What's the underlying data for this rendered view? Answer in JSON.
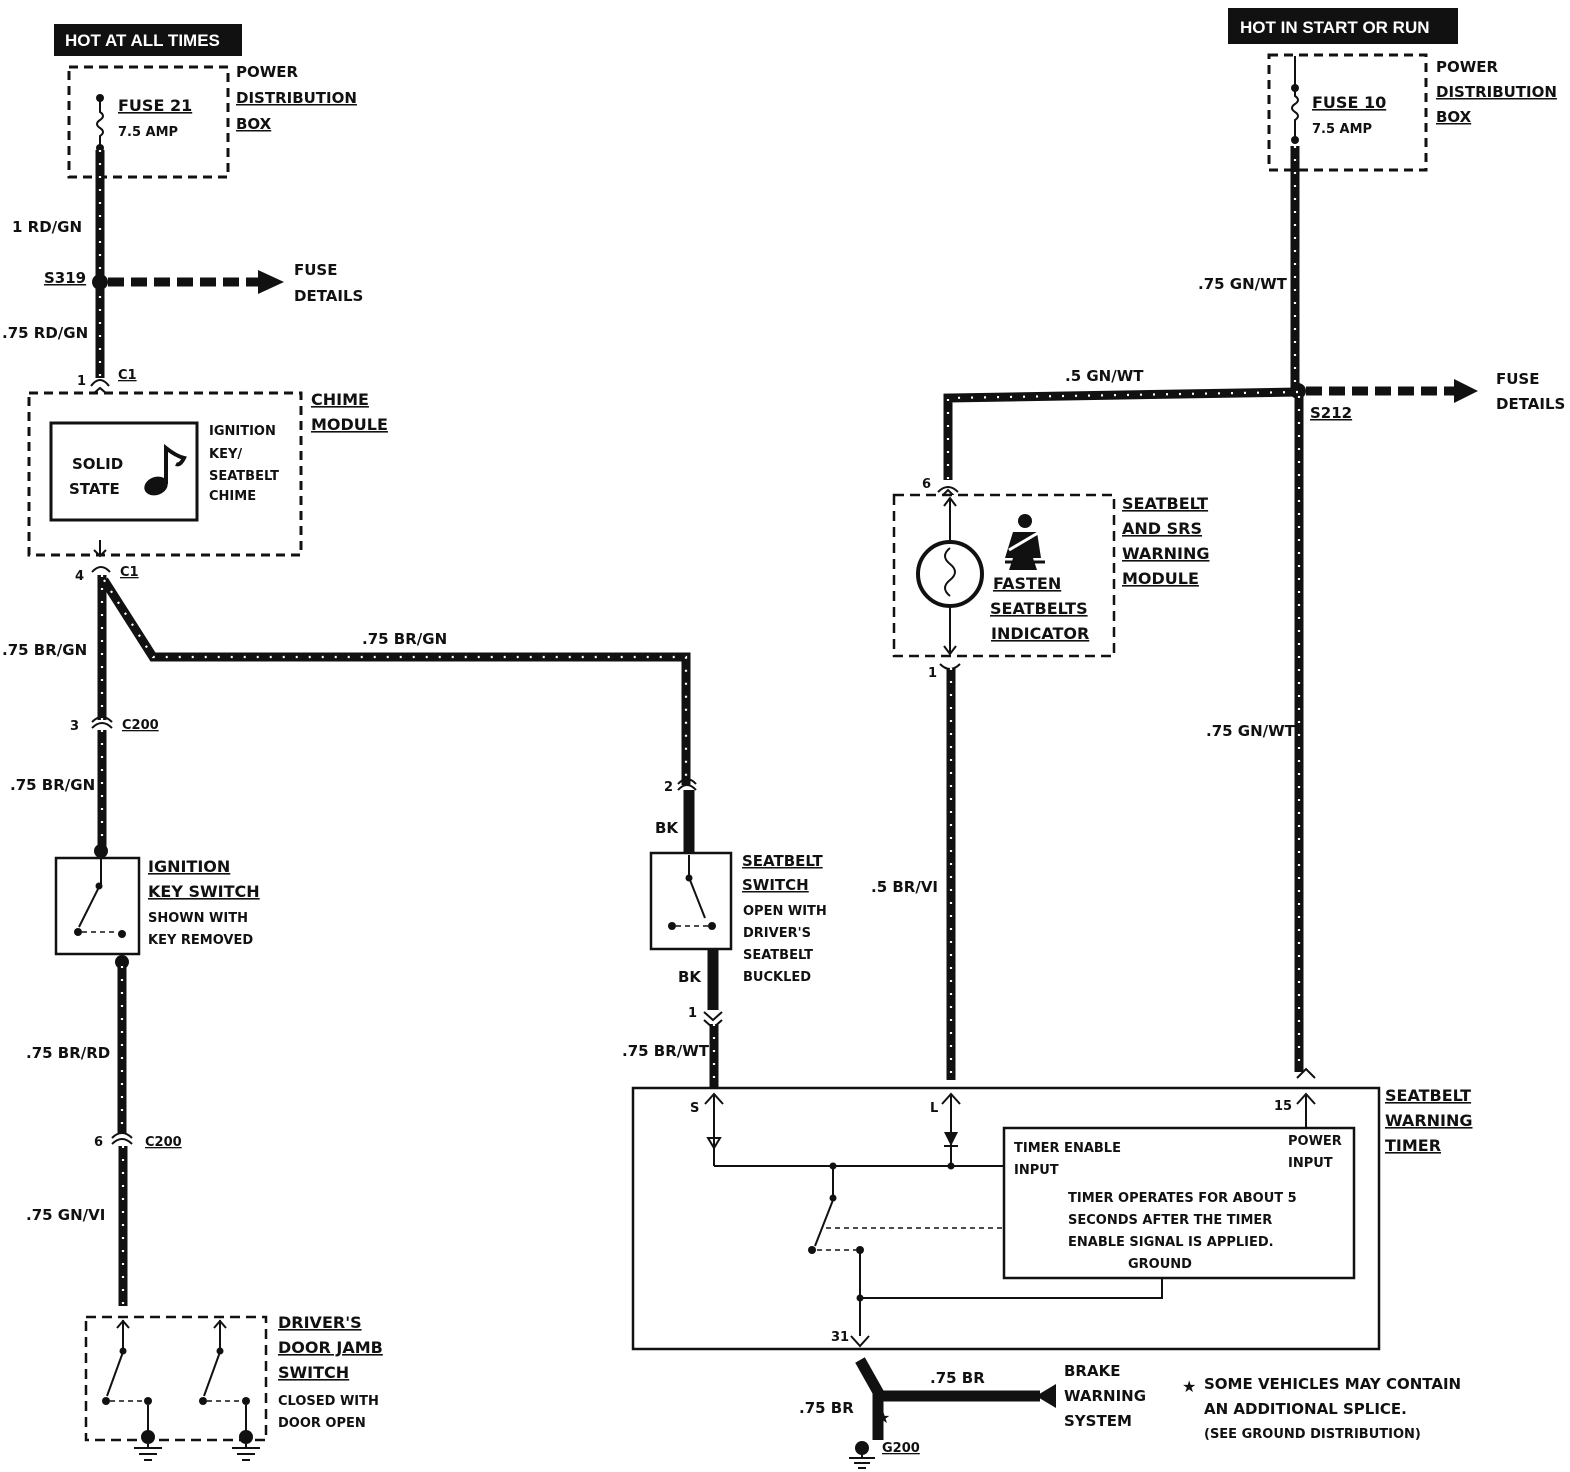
{
  "headers": {
    "hot_at_all_times": "HOT AT ALL TIMES",
    "hot_in_start_or_run": "HOT IN START OR RUN"
  },
  "left_fuse": {
    "name": "FUSE 21",
    "rating": "7.5 AMP",
    "box_label": [
      "POWER",
      "DISTRIBUTION",
      "BOX"
    ]
  },
  "right_fuse": {
    "name": "FUSE 10",
    "rating": "7.5 AMP",
    "box_label": [
      "POWER",
      "DISTRIBUTION",
      "BOX"
    ]
  },
  "fuse_details": [
    "FUSE",
    "DETAILS"
  ],
  "splices": {
    "left": "S319",
    "right": "S212"
  },
  "chime_module": {
    "label": [
      "CHIME",
      "MODULE"
    ],
    "solid_state": [
      "SOLID",
      "STATE"
    ],
    "chime_text": [
      "IGNITION",
      "KEY/",
      "SEATBELT",
      "CHIME"
    ]
  },
  "connectors": {
    "c1": "C1",
    "c200_top": "C200",
    "c200_bottom": "C200"
  },
  "pins": {
    "chime_top": "1",
    "chime_bottom": "4",
    "c200_top": "3",
    "c200_bottom": "6",
    "sb_switch_top": "2",
    "sb_switch_bottom": "1",
    "srs_top": "6",
    "srs_bottom": "1",
    "timer_s": "S",
    "timer_l": "L",
    "timer_15": "15",
    "timer_31": "31"
  },
  "wires": {
    "rd_gn_1": "1 RD/GN",
    "rd_gn_75": ".75 RD/GN",
    "br_gn_left": ".75 BR/GN",
    "br_gn_horizontal": ".75 BR/GN",
    "br_gn_lower": ".75 BR/GN",
    "br_rd": ".75 BR/RD",
    "gn_vi": ".75 GN/VI",
    "bk_top": "BK",
    "bk_bottom": "BK",
    "br_wt": ".75 BR/WT",
    "br_vi": ".5 BR/VI",
    "gn_wt_5": ".5 GN/WT",
    "gn_wt_top": ".75 GN/WT",
    "gn_wt_mid": ".75 GN/WT",
    "br_ground": ".75 BR",
    "br_brake": ".75 BR"
  },
  "ignition_switch": {
    "label": [
      "IGNITION",
      "KEY SWITCH"
    ],
    "note": [
      "SHOWN WITH",
      "KEY REMOVED"
    ]
  },
  "seatbelt_switch": {
    "label": [
      "SEATBELT",
      "SWITCH"
    ],
    "note": [
      "OPEN WITH",
      "DRIVER'S",
      "SEATBELT",
      "BUCKLED"
    ]
  },
  "srs_module": {
    "label": [
      "SEATBELT",
      "AND SRS",
      "WARNING",
      "MODULE"
    ],
    "indicator": [
      "FASTEN",
      "SEATBELTS",
      "INDICATOR"
    ]
  },
  "timer": {
    "label": [
      "SEATBELT",
      "WARNING",
      "TIMER"
    ],
    "enable_input": [
      "TIMER ENABLE",
      "INPUT"
    ],
    "power_input": [
      "POWER",
      "INPUT"
    ],
    "description": [
      "TIMER OPERATES FOR ABOUT 5",
      "SECONDS AFTER THE TIMER",
      "ENABLE SIGNAL IS APPLIED.",
      "GROUND"
    ]
  },
  "door_switch": {
    "label": [
      "DRIVER'S",
      "DOOR JAMB",
      "SWITCH"
    ],
    "note": [
      "CLOSED WITH",
      "DOOR OPEN"
    ]
  },
  "brake_warning": [
    "BRAKE",
    "WARNING",
    "SYSTEM"
  ],
  "ground": "G200",
  "footnote": [
    "SOME VEHICLES MAY CONTAIN",
    "AN ADDITIONAL SPLICE.",
    "(SEE GROUND DISTRIBUTION)"
  ]
}
